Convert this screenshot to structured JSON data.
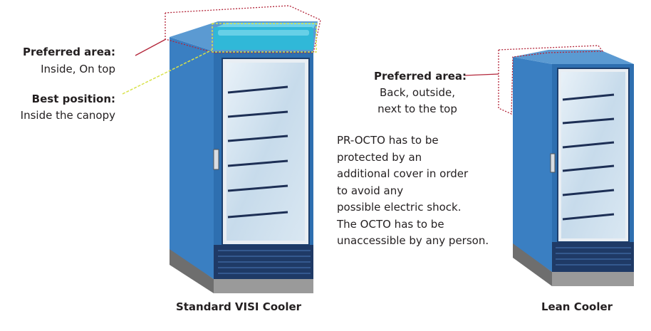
{
  "left_cooler": {
    "caption": "Standard VISI Cooler",
    "preferred_label": "Preferred area:",
    "preferred_value": "Inside, On top",
    "best_label": "Best position:",
    "best_value": "Inside the canopy"
  },
  "right_cooler": {
    "caption": "Lean Cooler",
    "preferred_label": "Preferred area:",
    "preferred_line1": "Back, outside,",
    "preferred_line2": "next to the top"
  },
  "note": {
    "lines": [
      "PR-OCTO has to be",
      "protected by an",
      "additional cover in order",
      "to avoid any",
      "possible electric shock.",
      "The OCTO has to be",
      "unaccessible by any person."
    ]
  },
  "colors": {
    "cabinet_front": "#2e6fb0",
    "cabinet_side": "#3a7fc2",
    "cabinet_top": "#5b9ad2",
    "canopy": "#30b8d8",
    "glass": "#cfe0ee",
    "grille": "#1f3a66",
    "base": "#8c8c8c",
    "leader_red": "#b3263a",
    "leader_yellow": "#d8e24a"
  }
}
